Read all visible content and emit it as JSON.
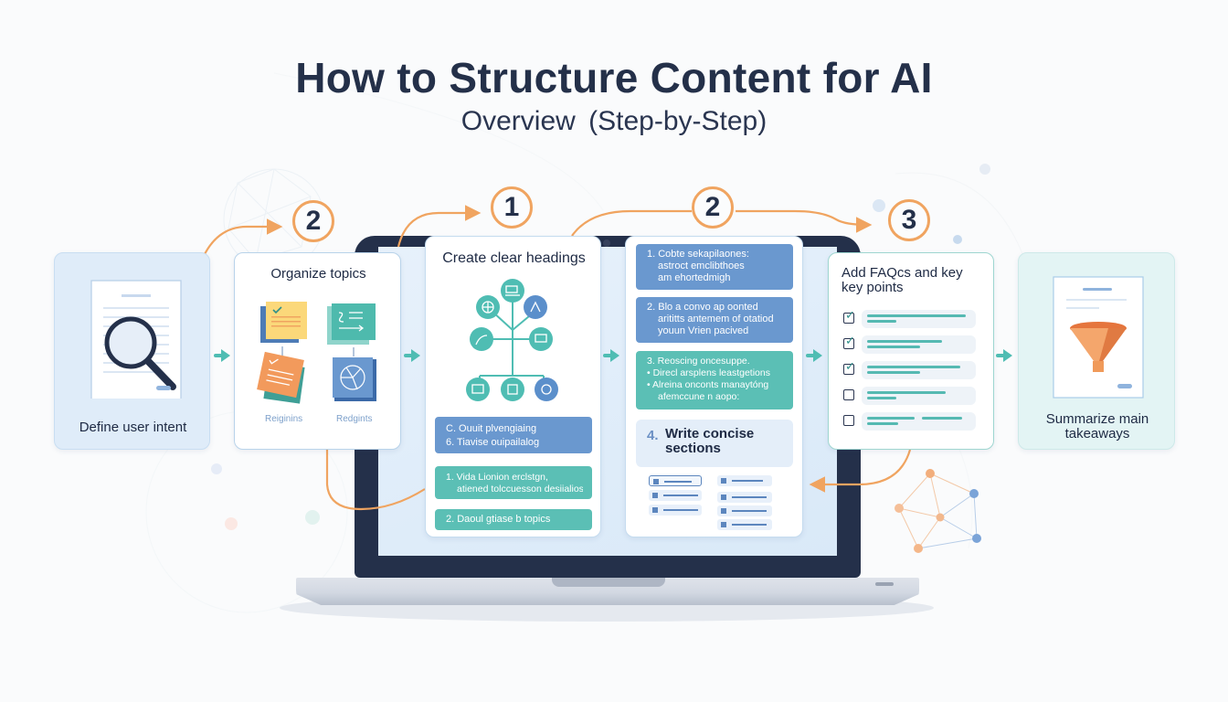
{
  "header": {
    "title": "How to Structure Content for AI",
    "subtitle": "Overview  (Step-by-Step)"
  },
  "colors": {
    "navy": "#243049",
    "teal": "#4fbdb3",
    "orange": "#f0a460",
    "blue_bar": "#6a98cf",
    "teal_bar": "#5bbfb5"
  },
  "badges": [
    {
      "number": "2",
      "icon": "number-circle"
    },
    {
      "number": "1",
      "icon": "number-circle"
    },
    {
      "number": "2",
      "icon": "number-circle"
    },
    {
      "number": "3",
      "icon": "number-circle"
    }
  ],
  "steps": {
    "define": {
      "label": "Define user intent",
      "icon": "document-magnifier-icon"
    },
    "organize": {
      "title": "Organize topics",
      "sticky_labels": [
        "Reiginins",
        "Redgints"
      ],
      "icons": [
        "sticky-note-check-icon",
        "sticky-note-flow-icon",
        "sticky-note-list-icon",
        "sticky-note-chart-icon"
      ]
    },
    "headings": {
      "title": "Create clear headings",
      "icon": "heading-tree-icon",
      "bars": [
        {
          "color": "blue",
          "lines": [
            "C.  Ouuit plvengiaing",
            "6.  Tiavise ouipailalog"
          ]
        },
        {
          "color": "teal",
          "lines": [
            "1.  Vida Lionion erclstgn,",
            "atiened tolccuesson desiialios,"
          ]
        },
        {
          "color": "teal",
          "lines": [
            "2.  Daoul gtiase b topics"
          ]
        }
      ]
    },
    "sections": {
      "bars": [
        {
          "color": "blue",
          "lines": [
            "1.  Cobte sekapilaones:",
            "astroct emclibthoes",
            "am ehortedmigh"
          ]
        },
        {
          "color": "blue",
          "lines": [
            "2.  Blo a convo ap oonted",
            "arititts antemem of otatiod",
            "youun Vrien pacived"
          ]
        },
        {
          "color": "teal",
          "lines": [
            "3.  Reoscing oncesuppe.",
            "•  Direcl arsplens leastgetions",
            "•  Alreina onconts manaytóng",
            "afemccune n aopo:"
          ]
        }
      ],
      "write_number": "4.",
      "write_title": "Write concise sections",
      "icon": "list-layout-icon"
    },
    "faqs": {
      "title": "Add FAQcs and key key points",
      "checklist": [
        {
          "checked": true
        },
        {
          "checked": true
        },
        {
          "checked": true
        },
        {
          "checked": false
        },
        {
          "checked": false
        }
      ]
    },
    "summarize": {
      "label": "Summarize main takeaways",
      "icon": "funnel-document-icon"
    }
  }
}
